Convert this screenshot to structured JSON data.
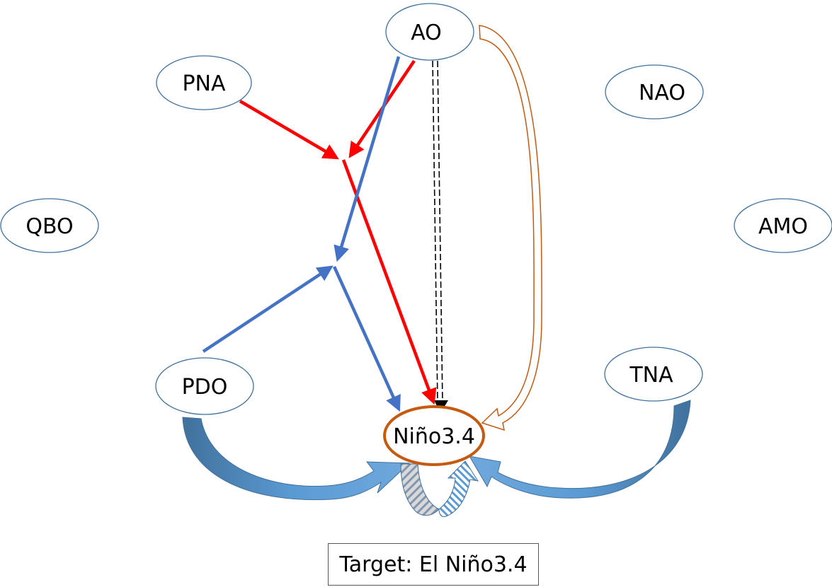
{
  "nodes": {
    "ao": {
      "label": "AO"
    },
    "pna": {
      "label": "PNA"
    },
    "nao": {
      "label": "NAO"
    },
    "qbo": {
      "label": "QBO"
    },
    "amo": {
      "label": "AMO"
    },
    "pdo": {
      "label": "PDO"
    },
    "tna": {
      "label": "TNA"
    },
    "nino": {
      "label": "Niño3.4"
    }
  },
  "target": {
    "text": "Target: El Niño3.4"
  },
  "colors": {
    "node_border": "#41719c",
    "target_node_border": "#c55a11",
    "red_path": "#ff0000",
    "blue_path": "#4472c4",
    "dashed_path": "#000000",
    "orange_path": "#c55a11",
    "curved_blue": "#5b9bd5",
    "curved_blue_dark": "#41719c"
  }
}
